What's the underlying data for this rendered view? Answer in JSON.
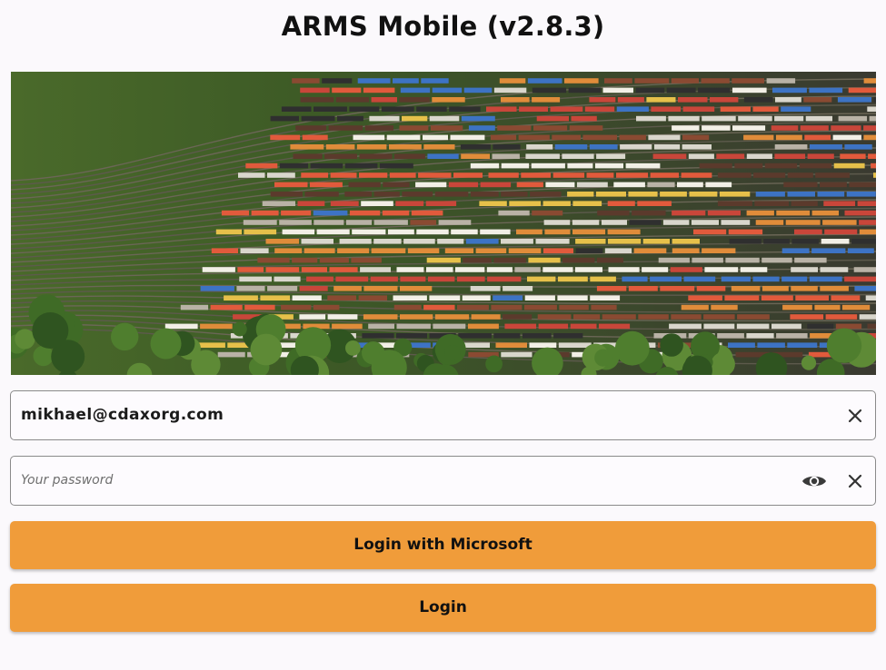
{
  "app": {
    "title": "ARMS Mobile (v2.8.3)"
  },
  "hero": {
    "image_description_icon": "rail-yard-aerial-image"
  },
  "email_field": {
    "value": "mikhael@cdaxorg.com",
    "clear_icon": "close-icon"
  },
  "password_field": {
    "value": "",
    "placeholder": "Your password",
    "visibility_icon": "eye-icon",
    "clear_icon": "close-icon"
  },
  "buttons": {
    "microsoft_label": "Login with Microsoft",
    "login_label": "Login"
  },
  "colors": {
    "accent": "#f09c3a",
    "background": "#fbf9fc",
    "border": "#8a8a8a"
  }
}
